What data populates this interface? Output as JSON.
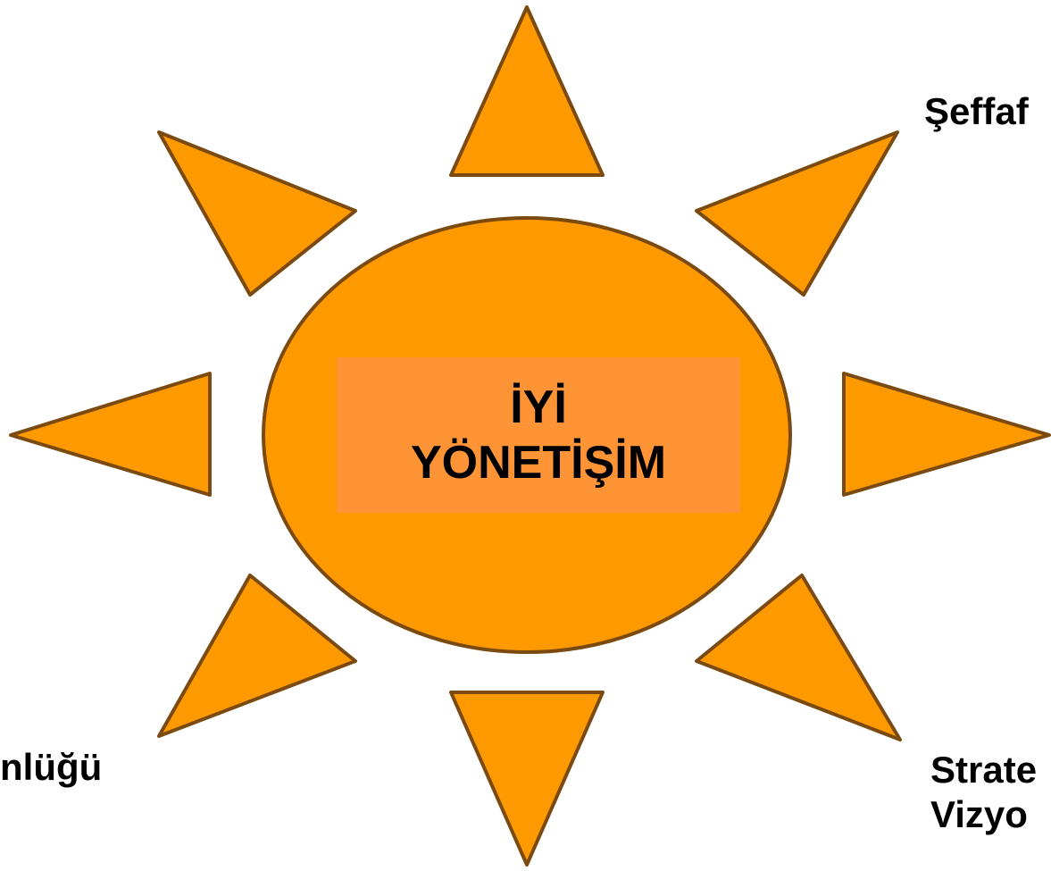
{
  "colors": {
    "sun_fill": "#FF9900",
    "sun_stroke": "#7A4A10",
    "label_box": "#FF9436",
    "text": "#000000"
  },
  "center": {
    "line1": "İYİ",
    "line2": "YÖNETİŞİM"
  },
  "labels": {
    "top_right": "Şeffaf",
    "bottom_left": "nlüğü",
    "bottom_right_line1": "Strate",
    "bottom_right_line2": "Vizyo"
  }
}
